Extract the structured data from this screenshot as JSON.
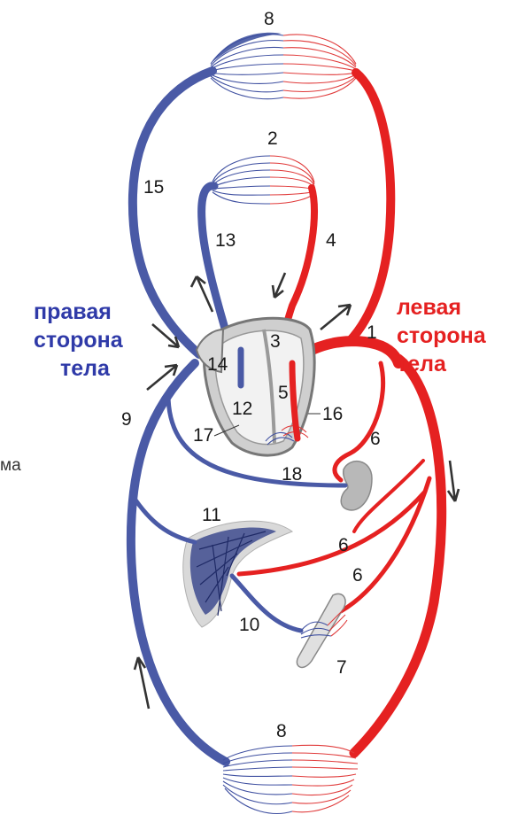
{
  "labels": {
    "n8_top": "8",
    "n2": "2",
    "n15": "15",
    "n13": "13",
    "n4": "4",
    "n1": "1",
    "n3": "3",
    "n14": "14",
    "n5": "5",
    "n12": "12",
    "n16": "16",
    "n9": "9",
    "n17": "17",
    "n6_a": "6",
    "n18": "18",
    "n11": "11",
    "n6_b": "6",
    "n6_c": "6",
    "n10": "10",
    "n7": "7",
    "n8_bottom": "8",
    "stray_text": "ма"
  },
  "right_side": {
    "line1": "правая",
    "line2": "сторона",
    "line3": "тела"
  },
  "left_side": {
    "line1": "левая",
    "line2": "сторона",
    "line3": "тела"
  },
  "colors": {
    "venous": "#4a5aa6",
    "arterial": "#e52121",
    "right_text": "#2f3aa8",
    "left_text": "#e52121"
  }
}
